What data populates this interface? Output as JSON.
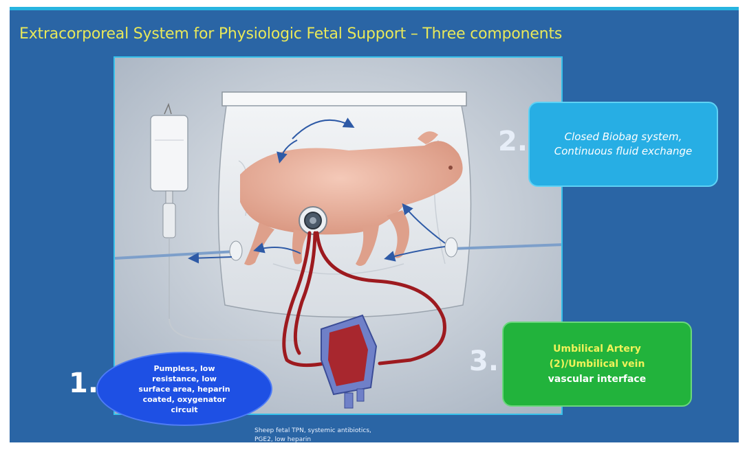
{
  "title": "Extracorporeal System for Physiologic Fetal Support – Three components",
  "components": [
    {
      "number": "1.",
      "lines": [
        "Pumpless, low",
        "resistance, low",
        "surface area, heparin",
        "coated, oxygenator",
        "circuit"
      ]
    },
    {
      "number": "2.",
      "lines": [
        "Closed Biobag system,",
        "Continuous fluid exchange"
      ]
    },
    {
      "number": "3.",
      "lines": [
        "Umbilical Artery",
        "(2)/Umbilical vein",
        "vascular interface"
      ]
    }
  ],
  "caption": [
    "Sheep fetal TPN, systemic antibiotics,",
    "PGE2, low heparin"
  ],
  "colors": {
    "background": "#2a65a5",
    "title": "#e8e85a",
    "box2": "#27aee4",
    "box3": "#22b33c",
    "ellipse1": "#1e50e4",
    "blood": "#9d1a1f"
  }
}
